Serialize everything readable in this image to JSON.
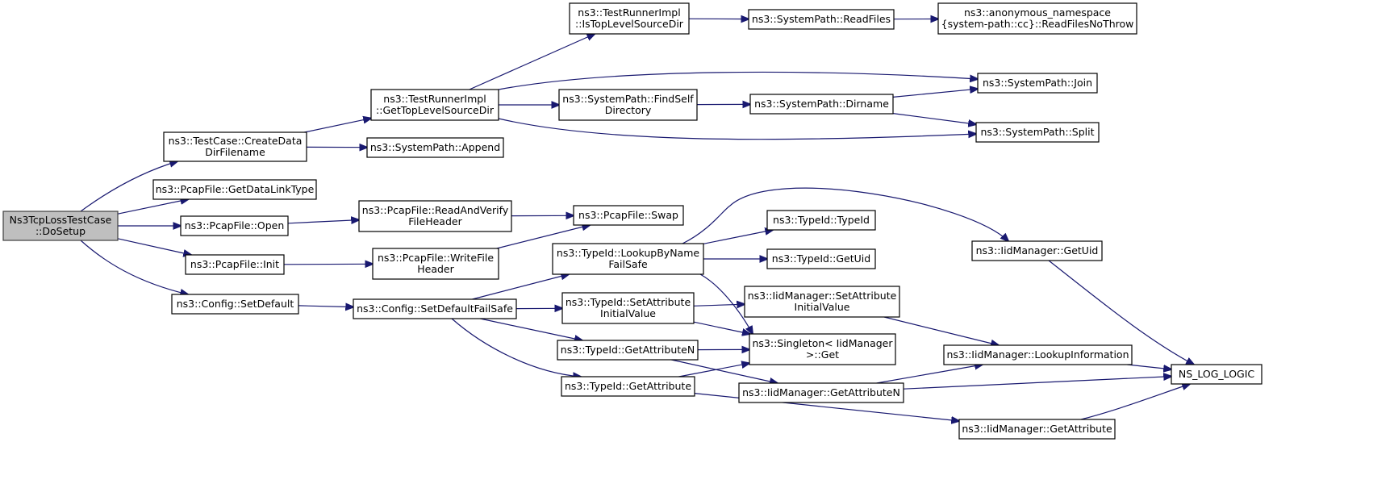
{
  "diagram": {
    "type": "call-graph",
    "edge_color": "#191970",
    "root_fill": "#bfbfbf",
    "nodes": [
      {
        "id": "root",
        "lines": [
          "Ns3TcpLossTestCase",
          "::DoSetup"
        ],
        "root": true
      },
      {
        "id": "createData",
        "lines": [
          "ns3::TestCase::CreateData",
          "DirFilename"
        ]
      },
      {
        "id": "getDataLinkType",
        "lines": [
          "ns3::PcapFile::GetDataLinkType"
        ]
      },
      {
        "id": "open",
        "lines": [
          "ns3::PcapFile::Open"
        ]
      },
      {
        "id": "init",
        "lines": [
          "ns3::PcapFile::Init"
        ]
      },
      {
        "id": "setDefault",
        "lines": [
          "ns3::Config::SetDefault"
        ]
      },
      {
        "id": "getTopLevel",
        "lines": [
          "ns3::TestRunnerImpl",
          "::GetTopLevelSourceDir"
        ]
      },
      {
        "id": "append",
        "lines": [
          "ns3::SystemPath::Append"
        ]
      },
      {
        "id": "readVerify",
        "lines": [
          "ns3::PcapFile::ReadAndVerify",
          "FileHeader"
        ]
      },
      {
        "id": "writeFile",
        "lines": [
          "ns3::PcapFile::WriteFile",
          "Header"
        ]
      },
      {
        "id": "setDefaultFailSafe",
        "lines": [
          "ns3::Config::SetDefaultFailSafe"
        ]
      },
      {
        "id": "isTopLevel",
        "lines": [
          "ns3::TestRunnerImpl",
          "::IsTopLevelSourceDir"
        ]
      },
      {
        "id": "findSelf",
        "lines": [
          "ns3::SystemPath::FindSelf",
          "Directory"
        ]
      },
      {
        "id": "swap",
        "lines": [
          "ns3::PcapFile::Swap"
        ]
      },
      {
        "id": "lookupByName",
        "lines": [
          "ns3::TypeId::LookupByName",
          "FailSafe"
        ]
      },
      {
        "id": "setAttrInit",
        "lines": [
          "ns3::TypeId::SetAttribute",
          "InitialValue"
        ]
      },
      {
        "id": "getAttributeN",
        "lines": [
          "ns3::TypeId::GetAttributeN"
        ]
      },
      {
        "id": "getAttribute",
        "lines": [
          "ns3::TypeId::GetAttribute"
        ]
      },
      {
        "id": "readFiles",
        "lines": [
          "ns3::SystemPath::ReadFiles"
        ]
      },
      {
        "id": "dirname",
        "lines": [
          "ns3::SystemPath::Dirname"
        ]
      },
      {
        "id": "typeIdCtor",
        "lines": [
          "ns3::TypeId::TypeId"
        ]
      },
      {
        "id": "getUidT",
        "lines": [
          "ns3::TypeId::GetUid"
        ]
      },
      {
        "id": "iidSetAttr",
        "lines": [
          "ns3::IidManager::SetAttribute",
          "InitialValue"
        ]
      },
      {
        "id": "singletonGet",
        "lines": [
          "ns3::Singleton< IidManager",
          ">::Get"
        ]
      },
      {
        "id": "iidGetAttrN",
        "lines": [
          "ns3::IidManager::GetAttributeN"
        ]
      },
      {
        "id": "readFilesNoThrow",
        "lines": [
          "ns3::anonymous_namespace",
          "{system-path::cc}::ReadFilesNoThrow"
        ]
      },
      {
        "id": "join",
        "lines": [
          "ns3::SystemPath::Join"
        ]
      },
      {
        "id": "split",
        "lines": [
          "ns3::SystemPath::Split"
        ]
      },
      {
        "id": "iidGetUid",
        "lines": [
          "ns3::IidManager::GetUid"
        ]
      },
      {
        "id": "lookupInfo",
        "lines": [
          "ns3::IidManager::LookupInformation"
        ]
      },
      {
        "id": "iidGetAttr",
        "lines": [
          "ns3::IidManager::GetAttribute"
        ]
      },
      {
        "id": "nsLogLogic",
        "lines": [
          "NS_LOG_LOGIC"
        ]
      }
    ],
    "edges": [
      {
        "from": "root",
        "to": "createData"
      },
      {
        "from": "root",
        "to": "getDataLinkType"
      },
      {
        "from": "root",
        "to": "open"
      },
      {
        "from": "root",
        "to": "init"
      },
      {
        "from": "root",
        "to": "setDefault"
      },
      {
        "from": "createData",
        "to": "getTopLevel"
      },
      {
        "from": "createData",
        "to": "append"
      },
      {
        "from": "getTopLevel",
        "to": "isTopLevel"
      },
      {
        "from": "getTopLevel",
        "to": "findSelf"
      },
      {
        "from": "getTopLevel",
        "to": "join"
      },
      {
        "from": "getTopLevel",
        "to": "split"
      },
      {
        "from": "isTopLevel",
        "to": "readFiles"
      },
      {
        "from": "readFiles",
        "to": "readFilesNoThrow"
      },
      {
        "from": "findSelf",
        "to": "dirname"
      },
      {
        "from": "dirname",
        "to": "join"
      },
      {
        "from": "dirname",
        "to": "split"
      },
      {
        "from": "open",
        "to": "readVerify"
      },
      {
        "from": "readVerify",
        "to": "swap"
      },
      {
        "from": "init",
        "to": "writeFile"
      },
      {
        "from": "writeFile",
        "to": "swap"
      },
      {
        "from": "setDefault",
        "to": "setDefaultFailSafe"
      },
      {
        "from": "setDefaultFailSafe",
        "to": "lookupByName"
      },
      {
        "from": "setDefaultFailSafe",
        "to": "setAttrInit"
      },
      {
        "from": "setDefaultFailSafe",
        "to": "getAttributeN"
      },
      {
        "from": "setDefaultFailSafe",
        "to": "getAttribute"
      },
      {
        "from": "lookupByName",
        "to": "iidGetUid"
      },
      {
        "from": "lookupByName",
        "to": "typeIdCtor"
      },
      {
        "from": "lookupByName",
        "to": "getUidT"
      },
      {
        "from": "lookupByName",
        "to": "singletonGet"
      },
      {
        "from": "setAttrInit",
        "to": "iidSetAttr"
      },
      {
        "from": "setAttrInit",
        "to": "singletonGet"
      },
      {
        "from": "getAttributeN",
        "to": "singletonGet"
      },
      {
        "from": "getAttributeN",
        "to": "iidGetAttrN"
      },
      {
        "from": "getAttribute",
        "to": "singletonGet"
      },
      {
        "from": "getAttribute",
        "to": "iidGetAttr"
      },
      {
        "from": "iidSetAttr",
        "to": "lookupInfo"
      },
      {
        "from": "iidGetAttrN",
        "to": "lookupInfo"
      },
      {
        "from": "iidGetAttrN",
        "to": "nsLogLogic"
      },
      {
        "from": "iidGetUid",
        "to": "nsLogLogic"
      },
      {
        "from": "lookupInfo",
        "to": "nsLogLogic"
      },
      {
        "from": "iidGetAttr",
        "to": "nsLogLogic"
      }
    ]
  }
}
